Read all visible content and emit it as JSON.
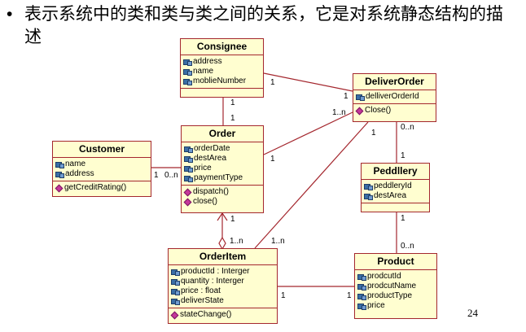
{
  "slide": {
    "bullet": "•",
    "text": "表示系统中的类和类与类之间的关系，它是对系统静态结构的描述",
    "page_number": "24"
  },
  "classes": {
    "consignee": {
      "name": "Consignee",
      "attributes": [
        "address",
        "name",
        "moblieNumber"
      ],
      "operations": []
    },
    "deliverorder": {
      "name": "DeliverOrder",
      "attributes": [
        "delliverOrderId"
      ],
      "operations": [
        "Close()"
      ]
    },
    "order": {
      "name": "Order",
      "attributes": [
        "orderDate",
        "destArea",
        "price",
        "paymentType"
      ],
      "operations": [
        "dispatch()",
        "close()"
      ]
    },
    "customer": {
      "name": "Customer",
      "attributes": [
        "name",
        "address"
      ],
      "operations": [
        "getCreditRating()"
      ]
    },
    "peddllery": {
      "name": "Peddllery",
      "attributes": [
        "peddleryId",
        "destArea"
      ],
      "operations": []
    },
    "orderitem": {
      "name": "OrderItem",
      "attributes": [
        "productId : Interger",
        "quantity : Interger",
        "price : float",
        "deliverState"
      ],
      "operations": [
        "stateChange()"
      ]
    },
    "product": {
      "name": "Product",
      "attributes": [
        "prodcutId",
        "prodcutName",
        "productType",
        "price"
      ],
      "operations": []
    }
  },
  "multiplicities": {
    "consignee_order_top": "1",
    "consignee_order_bottom": "1",
    "consignee_deliver_left": "1",
    "consignee_deliver_right": "1",
    "order_deliver_left": "1",
    "order_deliver_right": "1..n",
    "customer_order_left": "1",
    "customer_order_right": "0..n",
    "deliver_peddlery_top": "0..n",
    "deliver_peddlery_bottom": "1",
    "deliver_orderitem_top": "1",
    "deliver_orderitem_bottom": "1..n",
    "order_orderitem_top": "1",
    "order_orderitem_bottom": "1..n",
    "peddlery_product_top": "1",
    "peddlery_product_bottom": "0..n",
    "orderitem_product_left": "1",
    "orderitem_product_right": "1"
  }
}
